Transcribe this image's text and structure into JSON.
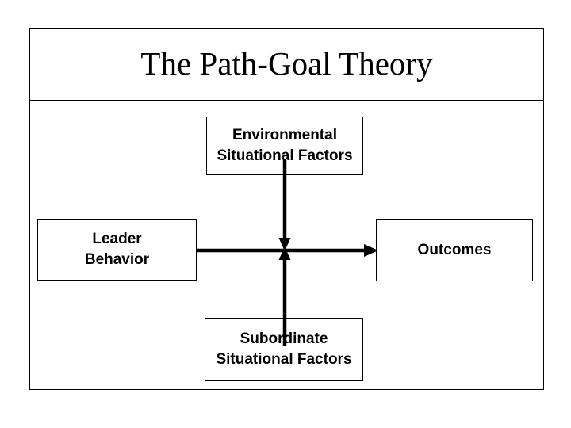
{
  "slide": {
    "title": "The Path-Goal Theory",
    "background_color": "#ffffff",
    "line_color": "#000000",
    "text_color": "#000000"
  },
  "diagram": {
    "type": "flow-diagram",
    "boxes": [
      {
        "id": "environmental",
        "line1": "Environmental",
        "line2": "Situational Factors",
        "position": "top-center"
      },
      {
        "id": "leader",
        "line1": "Leader",
        "line2": "Behavior",
        "position": "middle-left"
      },
      {
        "id": "outcomes",
        "line1": "Outcomes",
        "line2": "",
        "position": "middle-right"
      },
      {
        "id": "subordinate",
        "line1": "Subordinate",
        "line2": "Situational Factors",
        "position": "bottom-center"
      }
    ],
    "connectors": [
      {
        "id": "environmental-to-path",
        "from": "environmental",
        "to": "leader-outcomes-path",
        "direction": "down"
      },
      {
        "id": "leader-to-outcomes",
        "from": "leader",
        "to": "outcomes",
        "direction": "right"
      },
      {
        "id": "subordinate-to-path",
        "from": "subordinate",
        "to": "leader-outcomes-path",
        "direction": "up"
      }
    ]
  }
}
